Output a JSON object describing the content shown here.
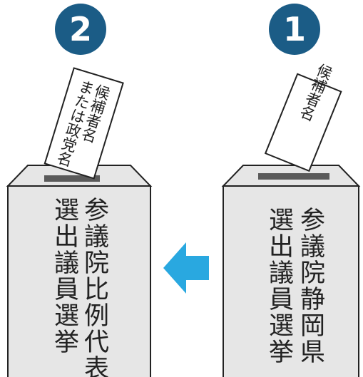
{
  "steps": [
    {
      "number": "2",
      "ballot_lines": [
        "候補者名",
        "または政党名"
      ],
      "box_lines": [
        "参議院比例代表",
        "選出議員選挙"
      ]
    },
    {
      "number": "1",
      "ballot_lines": [
        "候補者名"
      ],
      "box_lines": [
        "参議院静岡県",
        "選出議員選挙"
      ]
    }
  ],
  "colors": {
    "badge": "#1b5c86",
    "box_fill": "#e6e6e6",
    "slot": "#5a5a5a",
    "arrow": "#29a8e0",
    "stroke": "#222222"
  },
  "icons": [
    "badge-circle-icon",
    "ballot-paper-icon",
    "ballot-box-icon",
    "arrow-left-icon"
  ]
}
